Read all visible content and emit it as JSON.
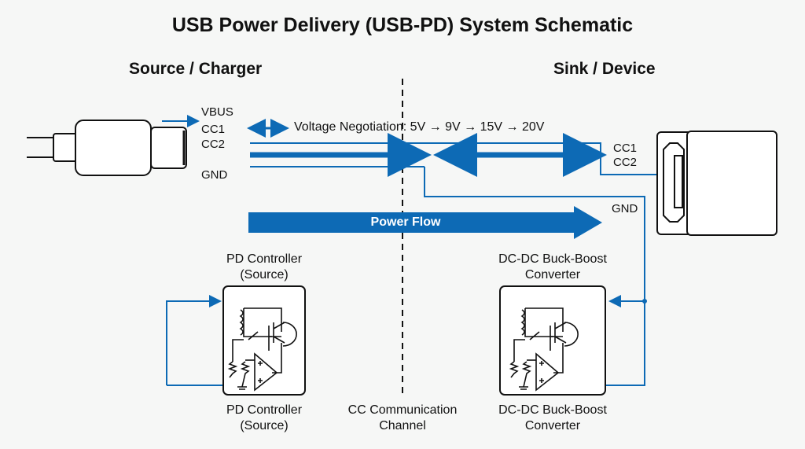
{
  "title": "USB Power Delivery (USB-PD) System Schematic",
  "sections": {
    "source": "Source / Charger",
    "sink": "Sink / Device"
  },
  "source_pins": {
    "vbus": "VBUS",
    "cc1": "CC1",
    "cc2": "CC2",
    "gnd": "GND"
  },
  "sink_pins": {
    "cc1": "CC1",
    "cc2": "CC2",
    "gnd": "GND"
  },
  "negotiation": "Voltage Negotiation: 5V → 9V → 15V → 20V",
  "power_flow": "Power Flow",
  "blocks": {
    "source_top": [
      "PD Controller",
      "(Source)"
    ],
    "source_bottom": [
      "PD Controller",
      "(Source)"
    ],
    "sink_top": [
      "DC-DC Buck-Boost",
      "Converter"
    ],
    "sink_bottom": [
      "DC-DC Buck-Boost",
      "Converter"
    ],
    "channel": [
      "CC Communication",
      "Channel"
    ]
  },
  "colors": {
    "accent": "#0d6ab5",
    "ink": "#111111"
  }
}
